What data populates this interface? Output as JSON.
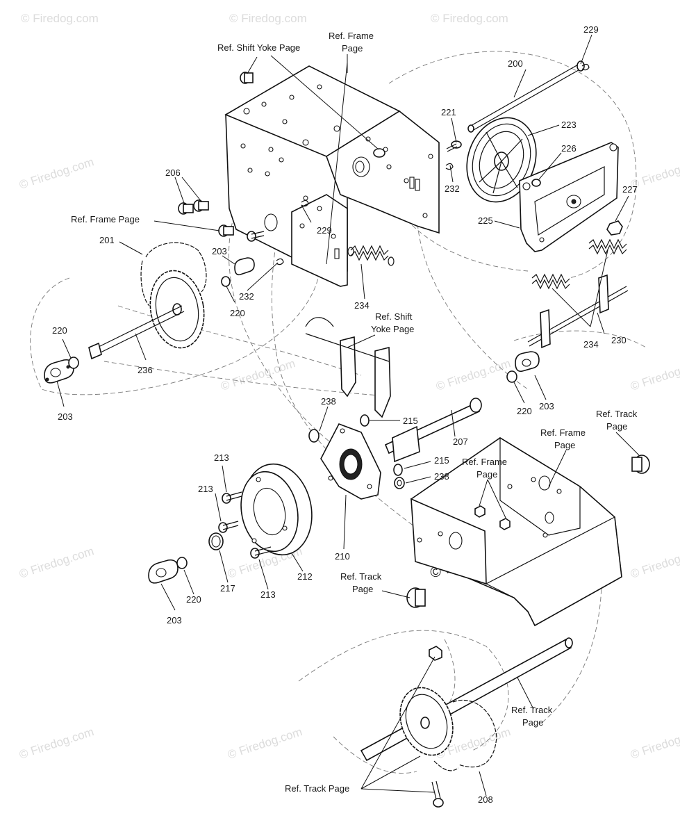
{
  "watermark": {
    "text": "© Firedog.com",
    "center_text": "© Firedog.com"
  },
  "part_labels": {
    "p229_top": "229",
    "p200": "200",
    "p221": "221",
    "p223": "223",
    "p226": "226",
    "p227": "227",
    "p232_right": "232",
    "p225": "225",
    "p206": "206",
    "p229_mid": "229",
    "p201": "201",
    "p203_upper": "203",
    "p232_left": "232",
    "p220_upper": "220",
    "p234_mid": "234",
    "p234_right": "234",
    "p230": "230",
    "p220_left": "220",
    "p236": "236",
    "p203_left": "203",
    "p220_right": "220",
    "p203_right": "203",
    "p238_top": "238",
    "p215_top": "215",
    "p207": "207",
    "p213_a": "213",
    "p213_b": "213",
    "p215_mid": "215",
    "p238_mid": "238",
    "p210": "210",
    "p212": "212",
    "p213_c": "213",
    "p217": "217",
    "p220_bottom": "220",
    "p203_bottom": "203",
    "p208": "208"
  },
  "ref_labels": {
    "shift_yoke_top": "Ref. Shift Yoke Page",
    "frame_top_line1": "Ref. Frame",
    "frame_top_line2": "Page",
    "frame_left": "Ref. Frame Page",
    "shift_yoke_mid_line1": "Ref. Shift",
    "shift_yoke_mid_line2": "Yoke Page",
    "track_right_line1": "Ref. Track",
    "track_right_line2": "Page",
    "frame_right_line1": "Ref. Frame",
    "frame_right_line2": "Page",
    "frame_center_line1": "Ref. Frame",
    "frame_center_line2": "Page",
    "track_center_line1": "Ref. Track",
    "track_center_line2": "Page",
    "track_lower_right_line1": "Ref. Track",
    "track_lower_right_line2": "Page",
    "track_bottom": "Ref. Track Page"
  }
}
